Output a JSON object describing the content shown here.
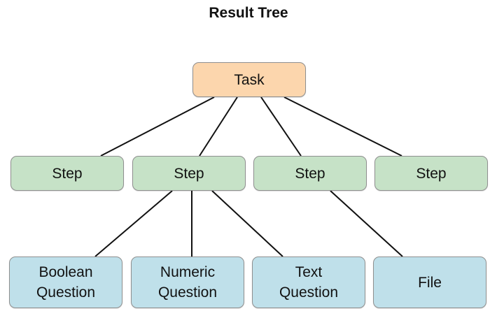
{
  "title": "Result Tree",
  "colors": {
    "task_fill": "#fcd6ad",
    "step_fill": "#c6e2c7",
    "leaf_fill": "#bfe0ea",
    "border": "#8f8f8f",
    "edge": "#111111"
  },
  "nodes": {
    "task": {
      "label": "Task"
    },
    "steps": [
      {
        "label": "Step"
      },
      {
        "label": "Step"
      },
      {
        "label": "Step"
      },
      {
        "label": "Step"
      }
    ],
    "leaves": [
      {
        "line1": "Boolean",
        "line2": "Question"
      },
      {
        "line1": "Numeric",
        "line2": "Question"
      },
      {
        "line1": "Text",
        "line2": "Question"
      },
      {
        "line1": "File",
        "line2": ""
      }
    ]
  }
}
